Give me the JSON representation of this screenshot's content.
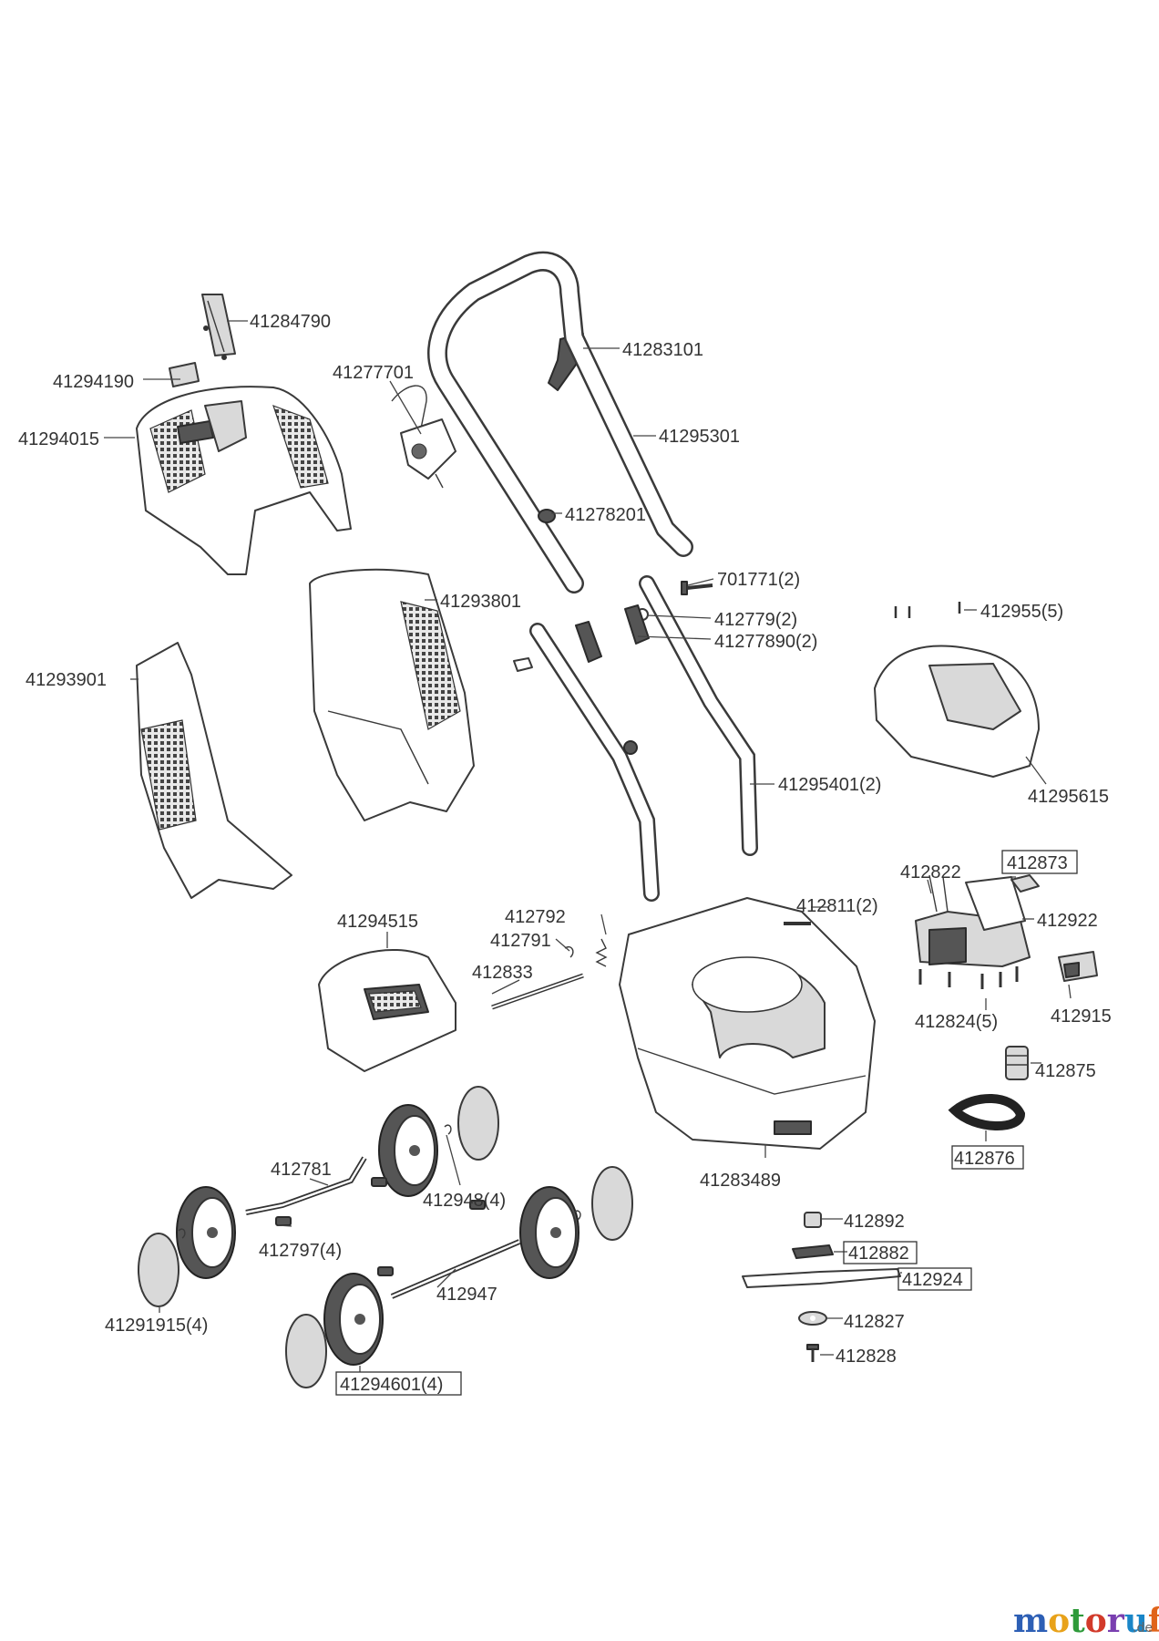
{
  "parts": {
    "p41284790": "41284790",
    "p41294190": "41294190",
    "p41294015": "41294015",
    "p41277701": "41277701",
    "p41283101": "41283101",
    "p41295301": "41295301",
    "p41278201": "41278201",
    "p701771": "701771(2)",
    "p412779": "412779(2)",
    "p41277890": "41277890(2)",
    "p412955": "412955(5)",
    "p41293801": "41293801",
    "p41293901": "41293901",
    "p41295615": "41295615",
    "p41295401": "41295401(2)",
    "p412822": "412822",
    "p412873": "412873",
    "p412922": "412922",
    "p412811": "412811(2)",
    "p412792": "412792",
    "p412791": "412791",
    "p412833": "412833",
    "p41294515": "41294515",
    "p412824": "412824(5)",
    "p412915": "412915",
    "p412875": "412875",
    "p412876": "412876",
    "p41283489": "41283489",
    "p412781": "412781",
    "p412948": "412948(4)",
    "p412797": "412797(4)",
    "p412892": "412892",
    "p412882": "412882",
    "p412924": "412924",
    "p412947": "412947",
    "p412827": "412827",
    "p412828": "412828",
    "p41291915": "41291915(4)",
    "p41294601": "41294601(4)"
  },
  "brand": {
    "name": "motoruf",
    "tld": ".de",
    "colors": [
      "#2d5fb5",
      "#e8a21a",
      "#2e9a3a",
      "#d23a2a",
      "#7a3fb0",
      "#1a86c8",
      "#e0641a"
    ]
  }
}
